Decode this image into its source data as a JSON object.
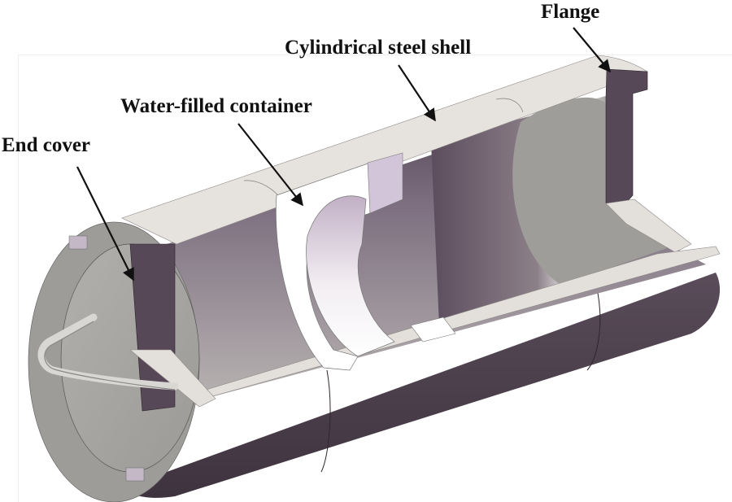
{
  "figure": {
    "type": "cutaway-3d-model",
    "labels": {
      "flange": "Flange",
      "shell": "Cylindrical steel shell",
      "water_container": "Water-filled container",
      "end_cover": "End cover"
    },
    "colors": {
      "section_face": "#e4e0dc",
      "inner_wall_dark": "#5a4b5c",
      "inner_wall_mid": "#8a7d8c",
      "inner_wall_light": "#b5b0b0",
      "end_face": "#a8a6a2",
      "container_white": "#ffffff",
      "container_tint": "#d9c8de",
      "outer_shell": "#4a3e4a",
      "arrow": "#111111"
    }
  }
}
